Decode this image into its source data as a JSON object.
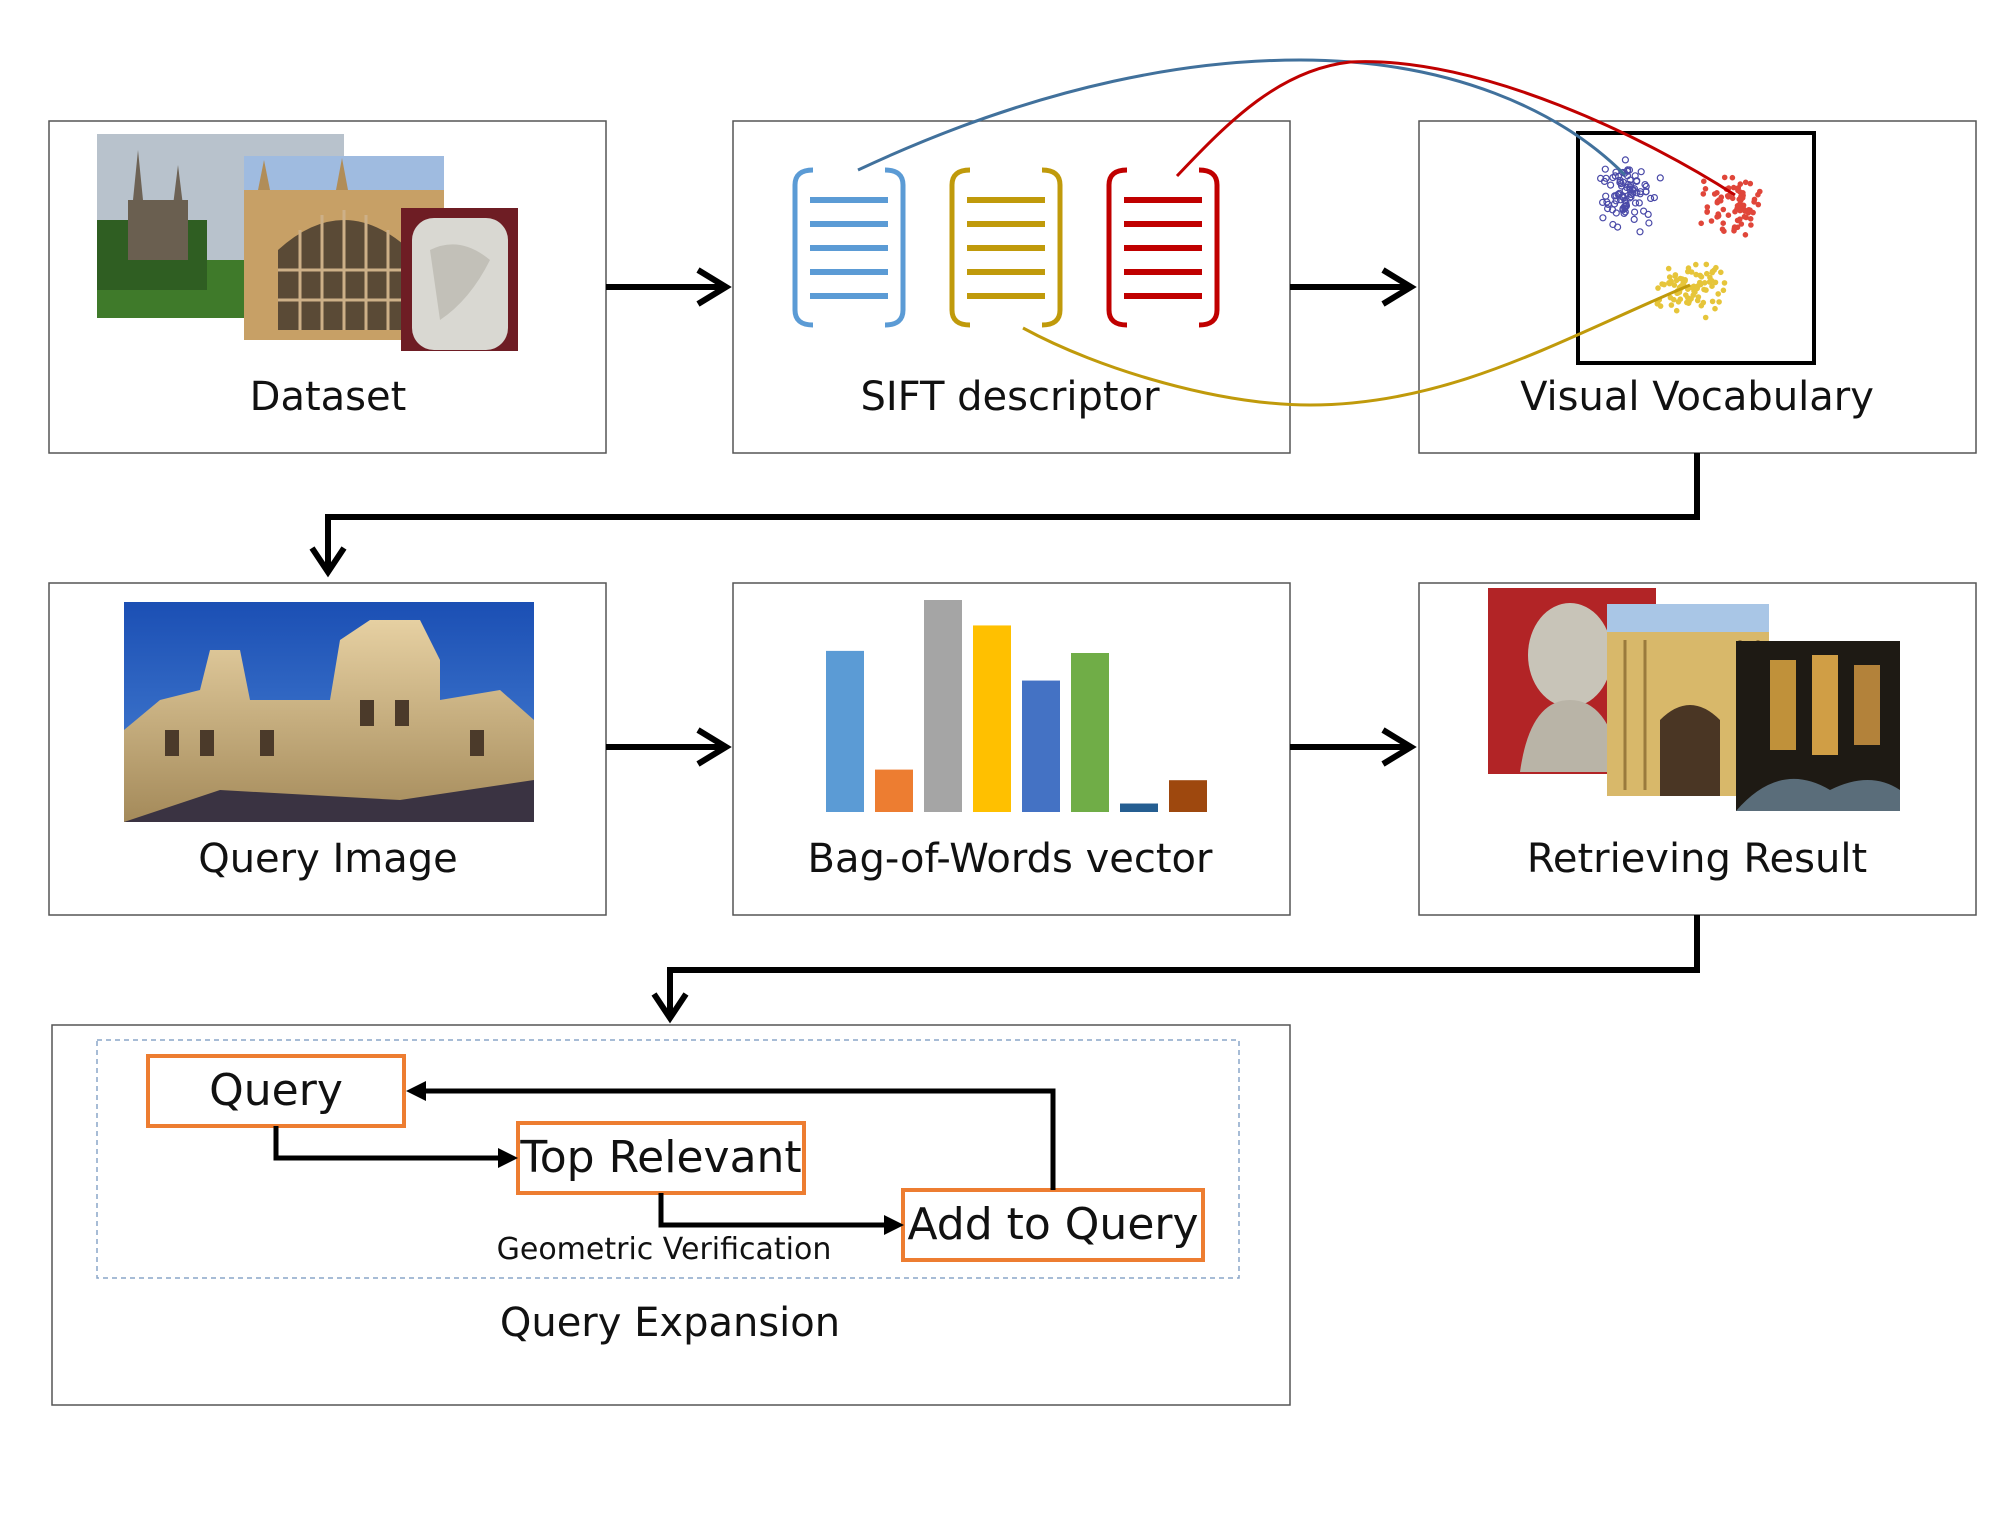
{
  "stages": {
    "dataset": "Dataset",
    "sift": "SIFT descriptor",
    "vocabulary": "Visual Vocabulary",
    "query_image": "Query Image",
    "bow": "Bag-of-Words vector",
    "result": "Retrieving Result",
    "expansion": "Query Expansion"
  },
  "qe": {
    "query": "Query",
    "top_relevant": "Top Relevant",
    "add_to_query": "Add to Query",
    "geometric": "Geometric Verification"
  },
  "colors": {
    "blue": "#5b9bd5",
    "gold": "#c09a0b",
    "red": "#c00000",
    "orange_box": "#ed7d31",
    "curve_blue": "#41719c",
    "curve_red": "#c00000",
    "curve_gold": "#c09a0b"
  },
  "bow_bars": {
    "values": [
      0.76,
      0.2,
      1.0,
      0.88,
      0.62,
      0.75,
      0.04,
      0.15
    ],
    "colors": [
      "#5b9bd5",
      "#ed7d31",
      "#a5a5a5",
      "#ffc000",
      "#4472c4",
      "#70ad47",
      "#255e91",
      "#9e480e"
    ]
  },
  "vocab_clusters": [
    {
      "name": "blue-cluster",
      "color": "#4a4aa8",
      "count": 90
    },
    {
      "name": "red-cluster",
      "color": "#e0463a",
      "count": 80
    },
    {
      "name": "gold-cluster",
      "color": "#e6c53a",
      "count": 90
    }
  ]
}
